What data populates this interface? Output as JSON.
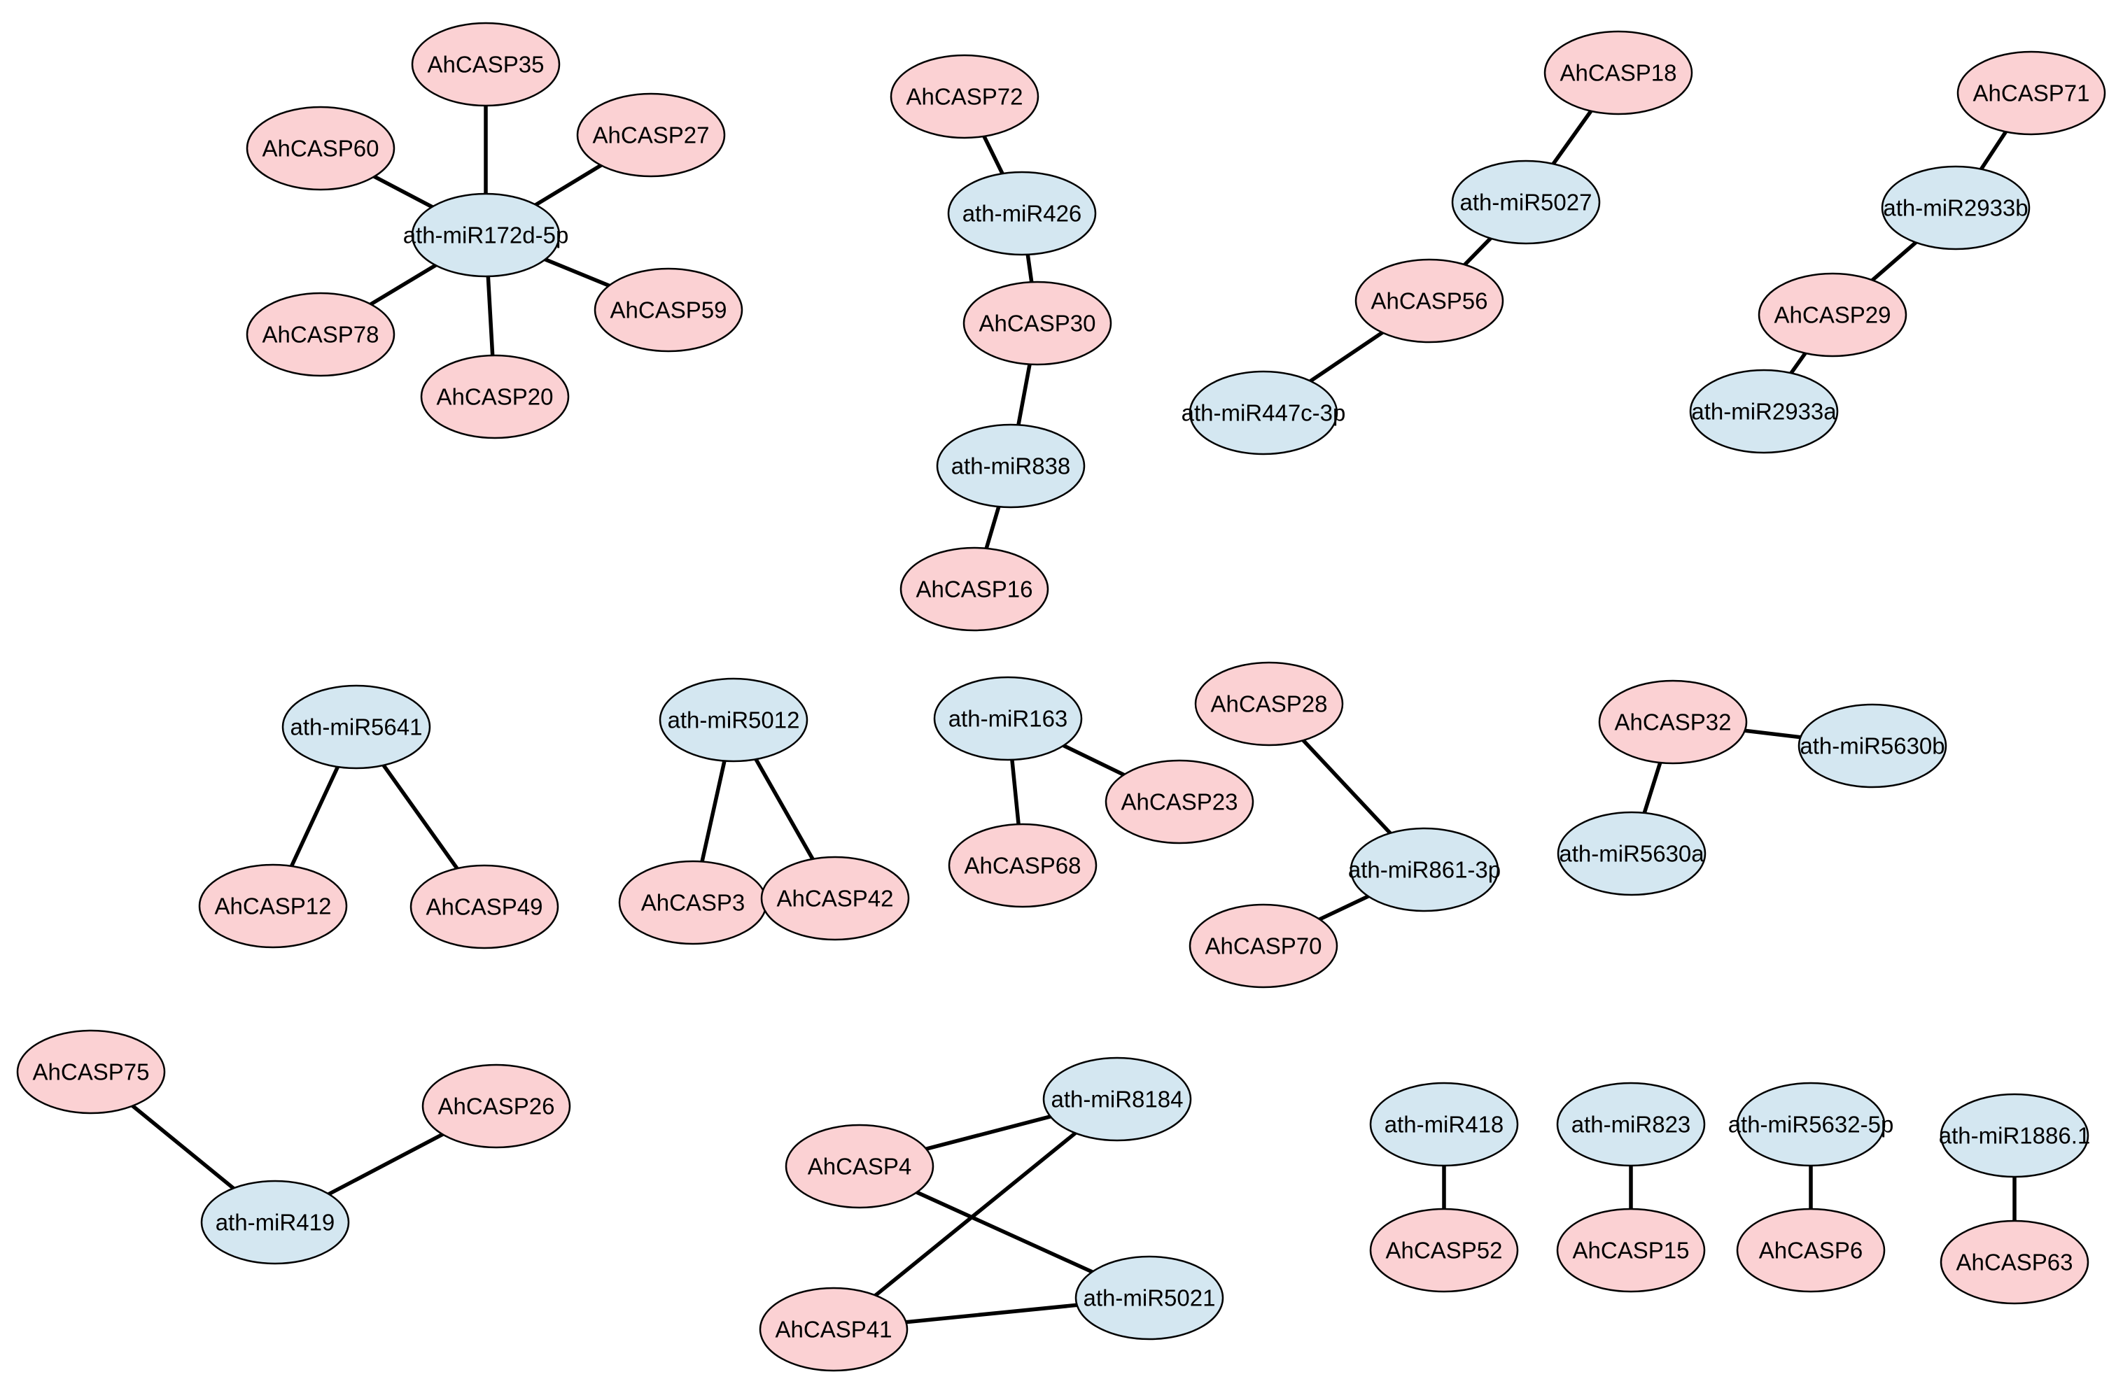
{
  "diagram": {
    "type": "miRNA-target network",
    "colors": {
      "mirna_fill": "#d4e7f1",
      "gene_fill": "#fbd1d3",
      "outline": "#000000",
      "edge": "#000000",
      "background": "#ffffff"
    },
    "nodes": [
      {
        "id": "n01",
        "label": "AhCASP35",
        "kind": "gene"
      },
      {
        "id": "n02",
        "label": "AhCASP60",
        "kind": "gene"
      },
      {
        "id": "n03",
        "label": "AhCASP27",
        "kind": "gene"
      },
      {
        "id": "n04",
        "label": "ath-miR172d-5p",
        "kind": "mirna"
      },
      {
        "id": "n05",
        "label": "AhCASP78",
        "kind": "gene"
      },
      {
        "id": "n06",
        "label": "AhCASP59",
        "kind": "gene"
      },
      {
        "id": "n07",
        "label": "AhCASP20",
        "kind": "gene"
      },
      {
        "id": "n08",
        "label": "AhCASP72",
        "kind": "gene"
      },
      {
        "id": "n09",
        "label": "ath-miR426",
        "kind": "mirna"
      },
      {
        "id": "n10",
        "label": "AhCASP30",
        "kind": "gene"
      },
      {
        "id": "n11",
        "label": "ath-miR838",
        "kind": "mirna"
      },
      {
        "id": "n12",
        "label": "AhCASP16",
        "kind": "gene"
      },
      {
        "id": "n13",
        "label": "AhCASP18",
        "kind": "gene"
      },
      {
        "id": "n14",
        "label": "ath-miR5027",
        "kind": "mirna"
      },
      {
        "id": "n15",
        "label": "AhCASP56",
        "kind": "gene"
      },
      {
        "id": "n16",
        "label": "ath-miR447c-3p",
        "kind": "mirna"
      },
      {
        "id": "n17",
        "label": "AhCASP71",
        "kind": "gene"
      },
      {
        "id": "n18",
        "label": "ath-miR2933b",
        "kind": "mirna"
      },
      {
        "id": "n19",
        "label": "AhCASP29",
        "kind": "gene"
      },
      {
        "id": "n20",
        "label": "ath-miR2933a",
        "kind": "mirna"
      },
      {
        "id": "n21",
        "label": "ath-miR5641",
        "kind": "mirna"
      },
      {
        "id": "n22",
        "label": "AhCASP12",
        "kind": "gene"
      },
      {
        "id": "n23",
        "label": "AhCASP49",
        "kind": "gene"
      },
      {
        "id": "n24",
        "label": "ath-miR5012",
        "kind": "mirna"
      },
      {
        "id": "n25",
        "label": "AhCASP3",
        "kind": "gene"
      },
      {
        "id": "n26",
        "label": "AhCASP42",
        "kind": "gene"
      },
      {
        "id": "n27",
        "label": "ath-miR163",
        "kind": "mirna"
      },
      {
        "id": "n28",
        "label": "AhCASP23",
        "kind": "gene"
      },
      {
        "id": "n29",
        "label": "AhCASP68",
        "kind": "gene"
      },
      {
        "id": "n30",
        "label": "AhCASP28",
        "kind": "gene"
      },
      {
        "id": "n31",
        "label": "ath-miR861-3p",
        "kind": "mirna"
      },
      {
        "id": "n32",
        "label": "AhCASP70",
        "kind": "gene"
      },
      {
        "id": "n33",
        "label": "AhCASP32",
        "kind": "gene"
      },
      {
        "id": "n34",
        "label": "ath-miR5630b",
        "kind": "mirna"
      },
      {
        "id": "n35",
        "label": "ath-miR5630a",
        "kind": "mirna"
      },
      {
        "id": "n36",
        "label": "AhCASP75",
        "kind": "gene"
      },
      {
        "id": "n37",
        "label": "AhCASP26",
        "kind": "gene"
      },
      {
        "id": "n38",
        "label": "ath-miR419",
        "kind": "mirna"
      },
      {
        "id": "n39",
        "label": "ath-miR8184",
        "kind": "mirna"
      },
      {
        "id": "n40",
        "label": "AhCASP4",
        "kind": "gene"
      },
      {
        "id": "n41",
        "label": "ath-miR5021",
        "kind": "mirna"
      },
      {
        "id": "n42",
        "label": "AhCASP41",
        "kind": "gene"
      },
      {
        "id": "n43",
        "label": "ath-miR418",
        "kind": "mirna"
      },
      {
        "id": "n44",
        "label": "AhCASP52",
        "kind": "gene"
      },
      {
        "id": "n45",
        "label": "ath-miR823",
        "kind": "mirna"
      },
      {
        "id": "n46",
        "label": "AhCASP15",
        "kind": "gene"
      },
      {
        "id": "n47",
        "label": "ath-miR5632-5p",
        "kind": "mirna"
      },
      {
        "id": "n48",
        "label": "AhCASP6",
        "kind": "gene"
      },
      {
        "id": "n49",
        "label": "ath-miR1886.1",
        "kind": "mirna"
      },
      {
        "id": "n50",
        "label": "AhCASP63",
        "kind": "gene"
      }
    ],
    "edges": [
      [
        "n04",
        "n01"
      ],
      [
        "n04",
        "n02"
      ],
      [
        "n04",
        "n03"
      ],
      [
        "n04",
        "n05"
      ],
      [
        "n04",
        "n06"
      ],
      [
        "n04",
        "n07"
      ],
      [
        "n08",
        "n09"
      ],
      [
        "n09",
        "n10"
      ],
      [
        "n10",
        "n11"
      ],
      [
        "n11",
        "n12"
      ],
      [
        "n13",
        "n14"
      ],
      [
        "n14",
        "n15"
      ],
      [
        "n15",
        "n16"
      ],
      [
        "n17",
        "n18"
      ],
      [
        "n18",
        "n19"
      ],
      [
        "n19",
        "n20"
      ],
      [
        "n21",
        "n22"
      ],
      [
        "n21",
        "n23"
      ],
      [
        "n24",
        "n25"
      ],
      [
        "n24",
        "n26"
      ],
      [
        "n27",
        "n28"
      ],
      [
        "n27",
        "n29"
      ],
      [
        "n30",
        "n31"
      ],
      [
        "n31",
        "n32"
      ],
      [
        "n33",
        "n34"
      ],
      [
        "n33",
        "n35"
      ],
      [
        "n36",
        "n38"
      ],
      [
        "n37",
        "n38"
      ],
      [
        "n40",
        "n39"
      ],
      [
        "n40",
        "n41"
      ],
      [
        "n42",
        "n39"
      ],
      [
        "n42",
        "n41"
      ],
      [
        "n43",
        "n44"
      ],
      [
        "n45",
        "n46"
      ],
      [
        "n47",
        "n48"
      ],
      [
        "n49",
        "n50"
      ]
    ]
  }
}
